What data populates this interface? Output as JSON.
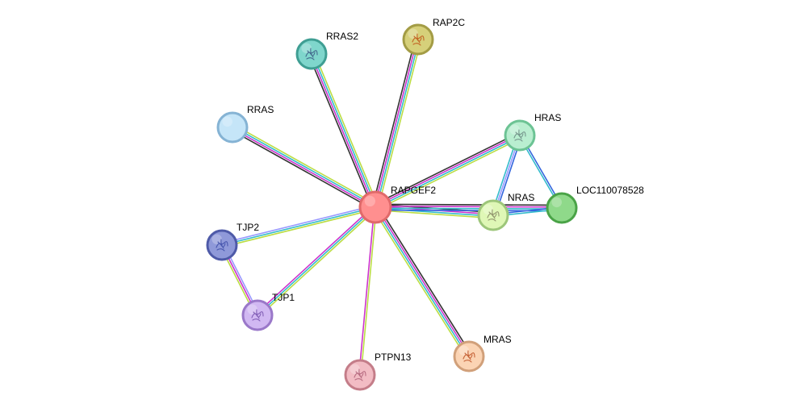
{
  "nodes": [
    {
      "id": "RAPGEF2",
      "label": "RAPGEF2",
      "fill": "#ff8f8f",
      "stroke": "#e06a6a",
      "structure": false,
      "icon": "query-protein"
    },
    {
      "id": "RAP2C",
      "label": "RAP2C",
      "fill": "#d6d07a",
      "stroke": "#a39c45",
      "structure": true,
      "icon": "protein-structure-icon",
      "glyph": "#c0561a"
    },
    {
      "id": "RRAS2",
      "label": "RRAS2",
      "fill": "#7fd6cc",
      "stroke": "#3f9e93",
      "structure": true,
      "icon": "protein-structure-icon",
      "glyph": "#3d5f86"
    },
    {
      "id": "RRAS",
      "label": "RRAS",
      "fill": "#c5e5f8",
      "stroke": "#85b3d4",
      "structure": false,
      "icon": "protein-node"
    },
    {
      "id": "HRAS",
      "label": "HRAS",
      "fill": "#b9eed0",
      "stroke": "#6cc394",
      "structure": true,
      "icon": "protein-structure-icon",
      "glyph": "#6e8c84"
    },
    {
      "id": "LOC110078528",
      "label": "LOC110078528",
      "fill": "#8fd98a",
      "stroke": "#4aa347",
      "structure": false,
      "icon": "protein-node"
    },
    {
      "id": "NRAS",
      "label": "NRAS",
      "fill": "#dff7b6",
      "stroke": "#9dc67a",
      "structure": true,
      "icon": "protein-structure-icon",
      "glyph": "#8a8a66"
    },
    {
      "id": "TJP2",
      "label": "TJP2",
      "fill": "#8f99d9",
      "stroke": "#4e5aa8",
      "structure": true,
      "icon": "protein-structure-icon",
      "glyph": "#3f4fa8"
    },
    {
      "id": "TJP1",
      "label": "TJP1",
      "fill": "#d1b8f2",
      "stroke": "#9a78c9",
      "structure": true,
      "icon": "protein-structure-icon",
      "glyph": "#7a57b0"
    },
    {
      "id": "PTPN13",
      "label": "PTPN13",
      "fill": "#f2bcc4",
      "stroke": "#c47d89",
      "structure": true,
      "icon": "protein-structure-icon",
      "glyph": "#b0637a"
    },
    {
      "id": "MRAS",
      "label": "MRAS",
      "fill": "#fbd4b4",
      "stroke": "#d1a07a",
      "structure": true,
      "icon": "protein-structure-icon",
      "glyph": "#c0562a"
    }
  ],
  "evidence_colors": {
    "dark": "#333333",
    "magenta": "#cc33cc",
    "cyan": "#33bbcc",
    "blue": "#3366dd",
    "yellow": "#bbdd44",
    "lavender": "#9999ff"
  },
  "edges": [
    {
      "source": "RAPGEF2",
      "target": "RAP2C",
      "channels": [
        "dark",
        "magenta",
        "cyan",
        "yellow"
      ]
    },
    {
      "source": "RAPGEF2",
      "target": "RRAS2",
      "channels": [
        "dark",
        "magenta",
        "cyan",
        "yellow"
      ]
    },
    {
      "source": "RAPGEF2",
      "target": "RRAS",
      "channels": [
        "dark",
        "magenta",
        "cyan",
        "yellow"
      ]
    },
    {
      "source": "RAPGEF2",
      "target": "HRAS",
      "channels": [
        "dark",
        "magenta",
        "cyan",
        "yellow"
      ]
    },
    {
      "source": "RAPGEF2",
      "target": "NRAS",
      "channels": [
        "dark",
        "magenta",
        "cyan",
        "yellow"
      ]
    },
    {
      "source": "RAPGEF2",
      "target": "LOC110078528",
      "channels": [
        "dark",
        "magenta",
        "cyan",
        "blue"
      ]
    },
    {
      "source": "RAPGEF2",
      "target": "TJP2",
      "channels": [
        "yellow",
        "cyan",
        "lavender"
      ]
    },
    {
      "source": "RAPGEF2",
      "target": "TJP1",
      "channels": [
        "yellow",
        "cyan",
        "magenta"
      ]
    },
    {
      "source": "RAPGEF2",
      "target": "PTPN13",
      "channels": [
        "yellow",
        "magenta"
      ]
    },
    {
      "source": "RAPGEF2",
      "target": "MRAS",
      "channels": [
        "dark",
        "magenta",
        "cyan",
        "yellow"
      ]
    },
    {
      "source": "HRAS",
      "target": "NRAS",
      "channels": [
        "blue",
        "lavender",
        "cyan"
      ]
    },
    {
      "source": "HRAS",
      "target": "LOC110078528",
      "channels": [
        "blue",
        "cyan"
      ]
    },
    {
      "source": "NRAS",
      "target": "LOC110078528",
      "channels": [
        "blue",
        "cyan"
      ]
    },
    {
      "source": "TJP2",
      "target": "TJP1",
      "channels": [
        "lavender",
        "magenta",
        "yellow"
      ]
    }
  ]
}
